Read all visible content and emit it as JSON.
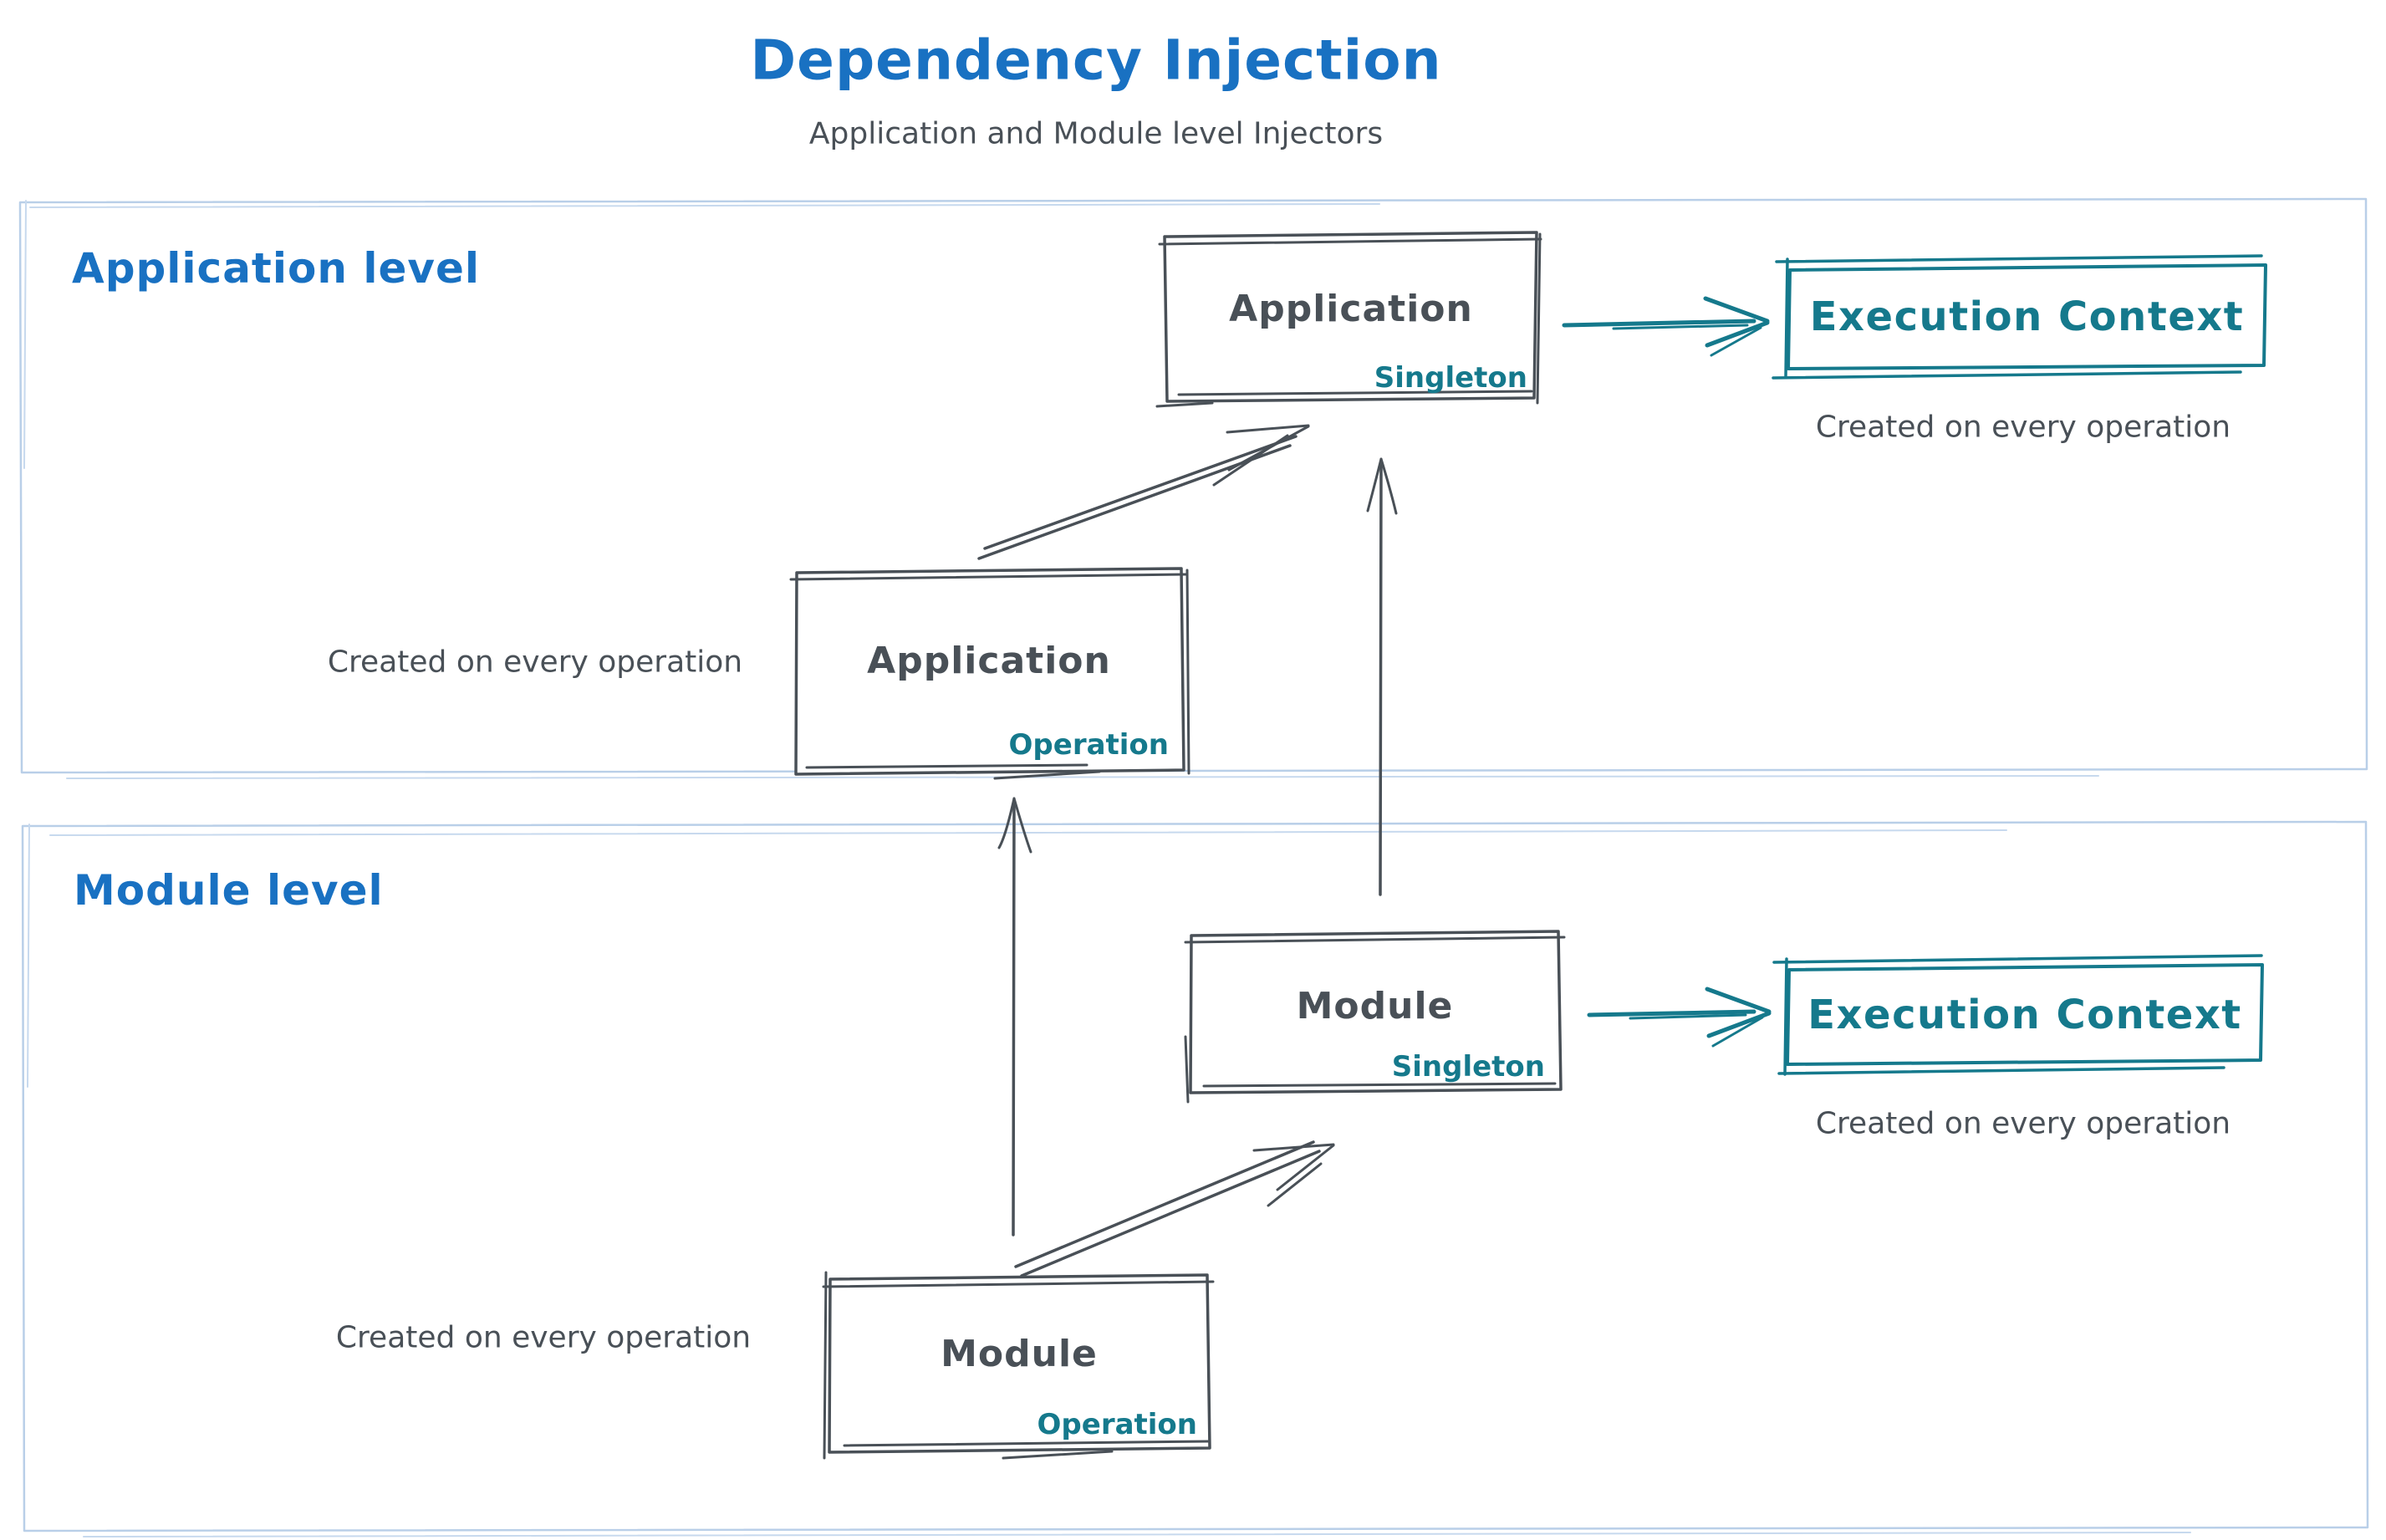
{
  "title": "Dependency Injection",
  "subtitle": "Application and Module level Injectors",
  "colors": {
    "accent_blue": "#1971c2",
    "ink_dark": "#495057",
    "teal": "#15798c",
    "container_border": "#b9cfe8"
  },
  "application_section": {
    "label": "Application level",
    "singleton_box": {
      "name": "Application",
      "scope": "Singleton"
    },
    "operation_box": {
      "name": "Application",
      "scope": "Operation"
    },
    "operation_caption": "Created on every operation",
    "execution_context_box": {
      "name": "Execution Context"
    },
    "execution_context_caption": "Created on every operation"
  },
  "module_section": {
    "label": "Module level",
    "singleton_box": {
      "name": "Module",
      "scope": "Singleton"
    },
    "operation_box": {
      "name": "Module",
      "scope": "Operation"
    },
    "operation_caption": "Created on every operation",
    "execution_context_box": {
      "name": "Execution Context"
    },
    "execution_context_caption": "Created on every operation"
  }
}
